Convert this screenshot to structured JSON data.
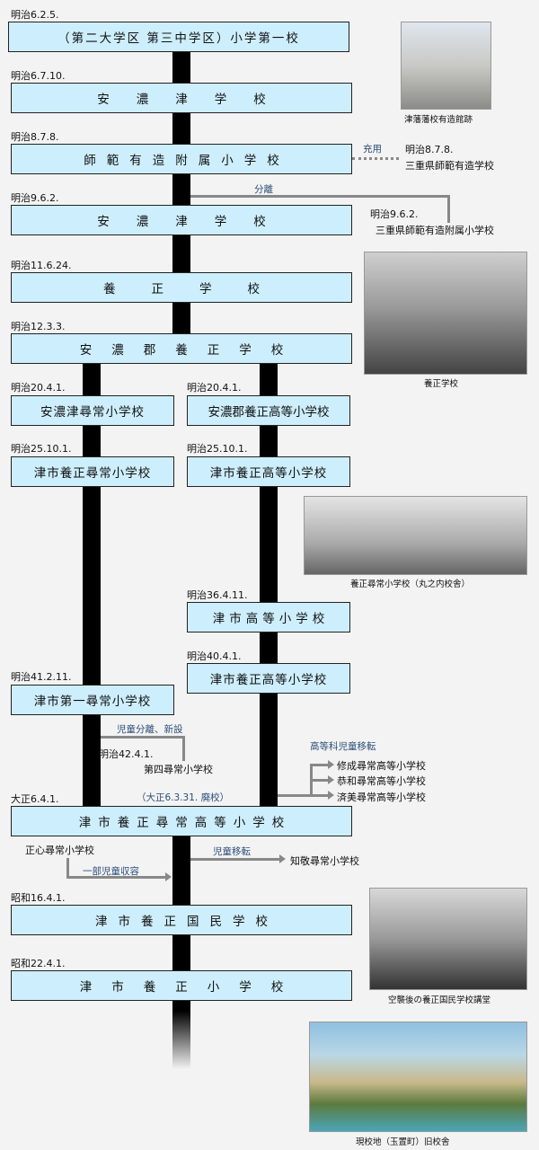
{
  "timeline": [
    {
      "date": "明治6.2.5.",
      "name": "（第二大学区 第三中学区）小学第一校"
    },
    {
      "date": "明治6.7.10.",
      "name": "安濃津学校"
    },
    {
      "date": "明治8.7.8.",
      "name": "師範有造附属小学校"
    },
    {
      "date": "明治9.6.2.",
      "name": "安濃津学校"
    },
    {
      "date": "明治11.6.24.",
      "name": "養正学校"
    },
    {
      "date": "明治12.3.3.",
      "name": "安濃郡養正学校"
    },
    {
      "date": "大正6.4.1.",
      "name": "津市養正尋常高等小学校"
    },
    {
      "date": "昭和16.4.1.",
      "name": "津市養正国民学校"
    },
    {
      "date": "昭和22.4.1.",
      "name": "津市養正小学校"
    }
  ],
  "left_branch": [
    {
      "date": "明治20.4.1.",
      "name": "安濃津尋常小学校"
    },
    {
      "date": "明治25.10.1.",
      "name": "津市養正尋常小学校"
    },
    {
      "date": "明治41.2.11.",
      "name": "津市第一尋常小学校"
    }
  ],
  "right_branch": [
    {
      "date": "明治20.4.1.",
      "name": "安濃郡養正高等小学校"
    },
    {
      "date": "明治25.10.1.",
      "name": "津市養正高等小学校"
    },
    {
      "date": "明治36.4.11.",
      "name": "津市高等小学校"
    },
    {
      "date": "明治40.4.1.",
      "name": "津市養正高等小学校"
    }
  ],
  "side": {
    "jyuyo_label": "充用",
    "jyuyo_date": "明治8.7.8.",
    "jyuyo_school": "三重県師範有造学校",
    "bunri_label": "分離",
    "bunri_date": "明治9.6.2.",
    "bunri_school": "三重県師範有造附属小学校",
    "shinsetsu_label": "児童分離、新設",
    "shinsetsu_date": "明治42.4.1.",
    "shinsetsu_school": "第四尋常小学校",
    "haikou": "（大正6.3.31. 廃校）",
    "iten_label": "高等科児童移転",
    "iten_schools": [
      "修成尋常高等小学校",
      "恭和尋常高等小学校",
      "済美尋常高等小学校"
    ],
    "shoshin_school": "正心尋常小学校",
    "shoshin_label": "一部児童収容",
    "chikei_label": "児童移転",
    "chikei_school": "知敬尋常小学校"
  },
  "photos": [
    "津藩藩校有造館跡",
    "養正学校",
    "養正尋常小学校（丸之内校舎）",
    "空襲後の養正国民学校講堂",
    "現校地（玉置町）旧校舎"
  ]
}
